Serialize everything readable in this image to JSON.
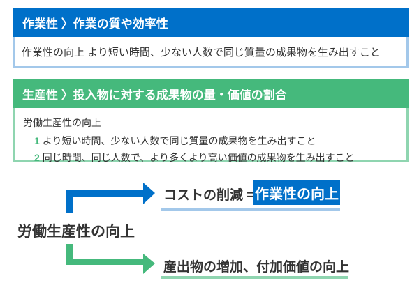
{
  "work": {
    "header": "作業性 〉作業の質や効率性",
    "body": "作業性の向上 より短い時間、少ない人数で同じ質量の成果物を生み出すこと"
  },
  "productivity": {
    "header": "生産性 〉投入物に対する成果物の量・価値の割合",
    "title": "労働生産性の向上",
    "items": [
      {
        "num": "1",
        "text": "より短い時間、少ない人数で同じ質量の成果物を生み出すこと"
      },
      {
        "num": "2",
        "text": "同じ時間、同じ人数で、より多くより高い価値の成果物を生み出すこと"
      }
    ]
  },
  "diagram": {
    "source": "労働生産性の向上",
    "top_text": "コストの削減 =",
    "top_highlight": "作業性の向上",
    "bottom_text": "産出物の増加、付加価値の向上"
  },
  "colors": {
    "blue": "#0070c9",
    "green": "#45b97c",
    "light_blue": "#a3c8ea",
    "light_green": "#8fd5b0"
  }
}
